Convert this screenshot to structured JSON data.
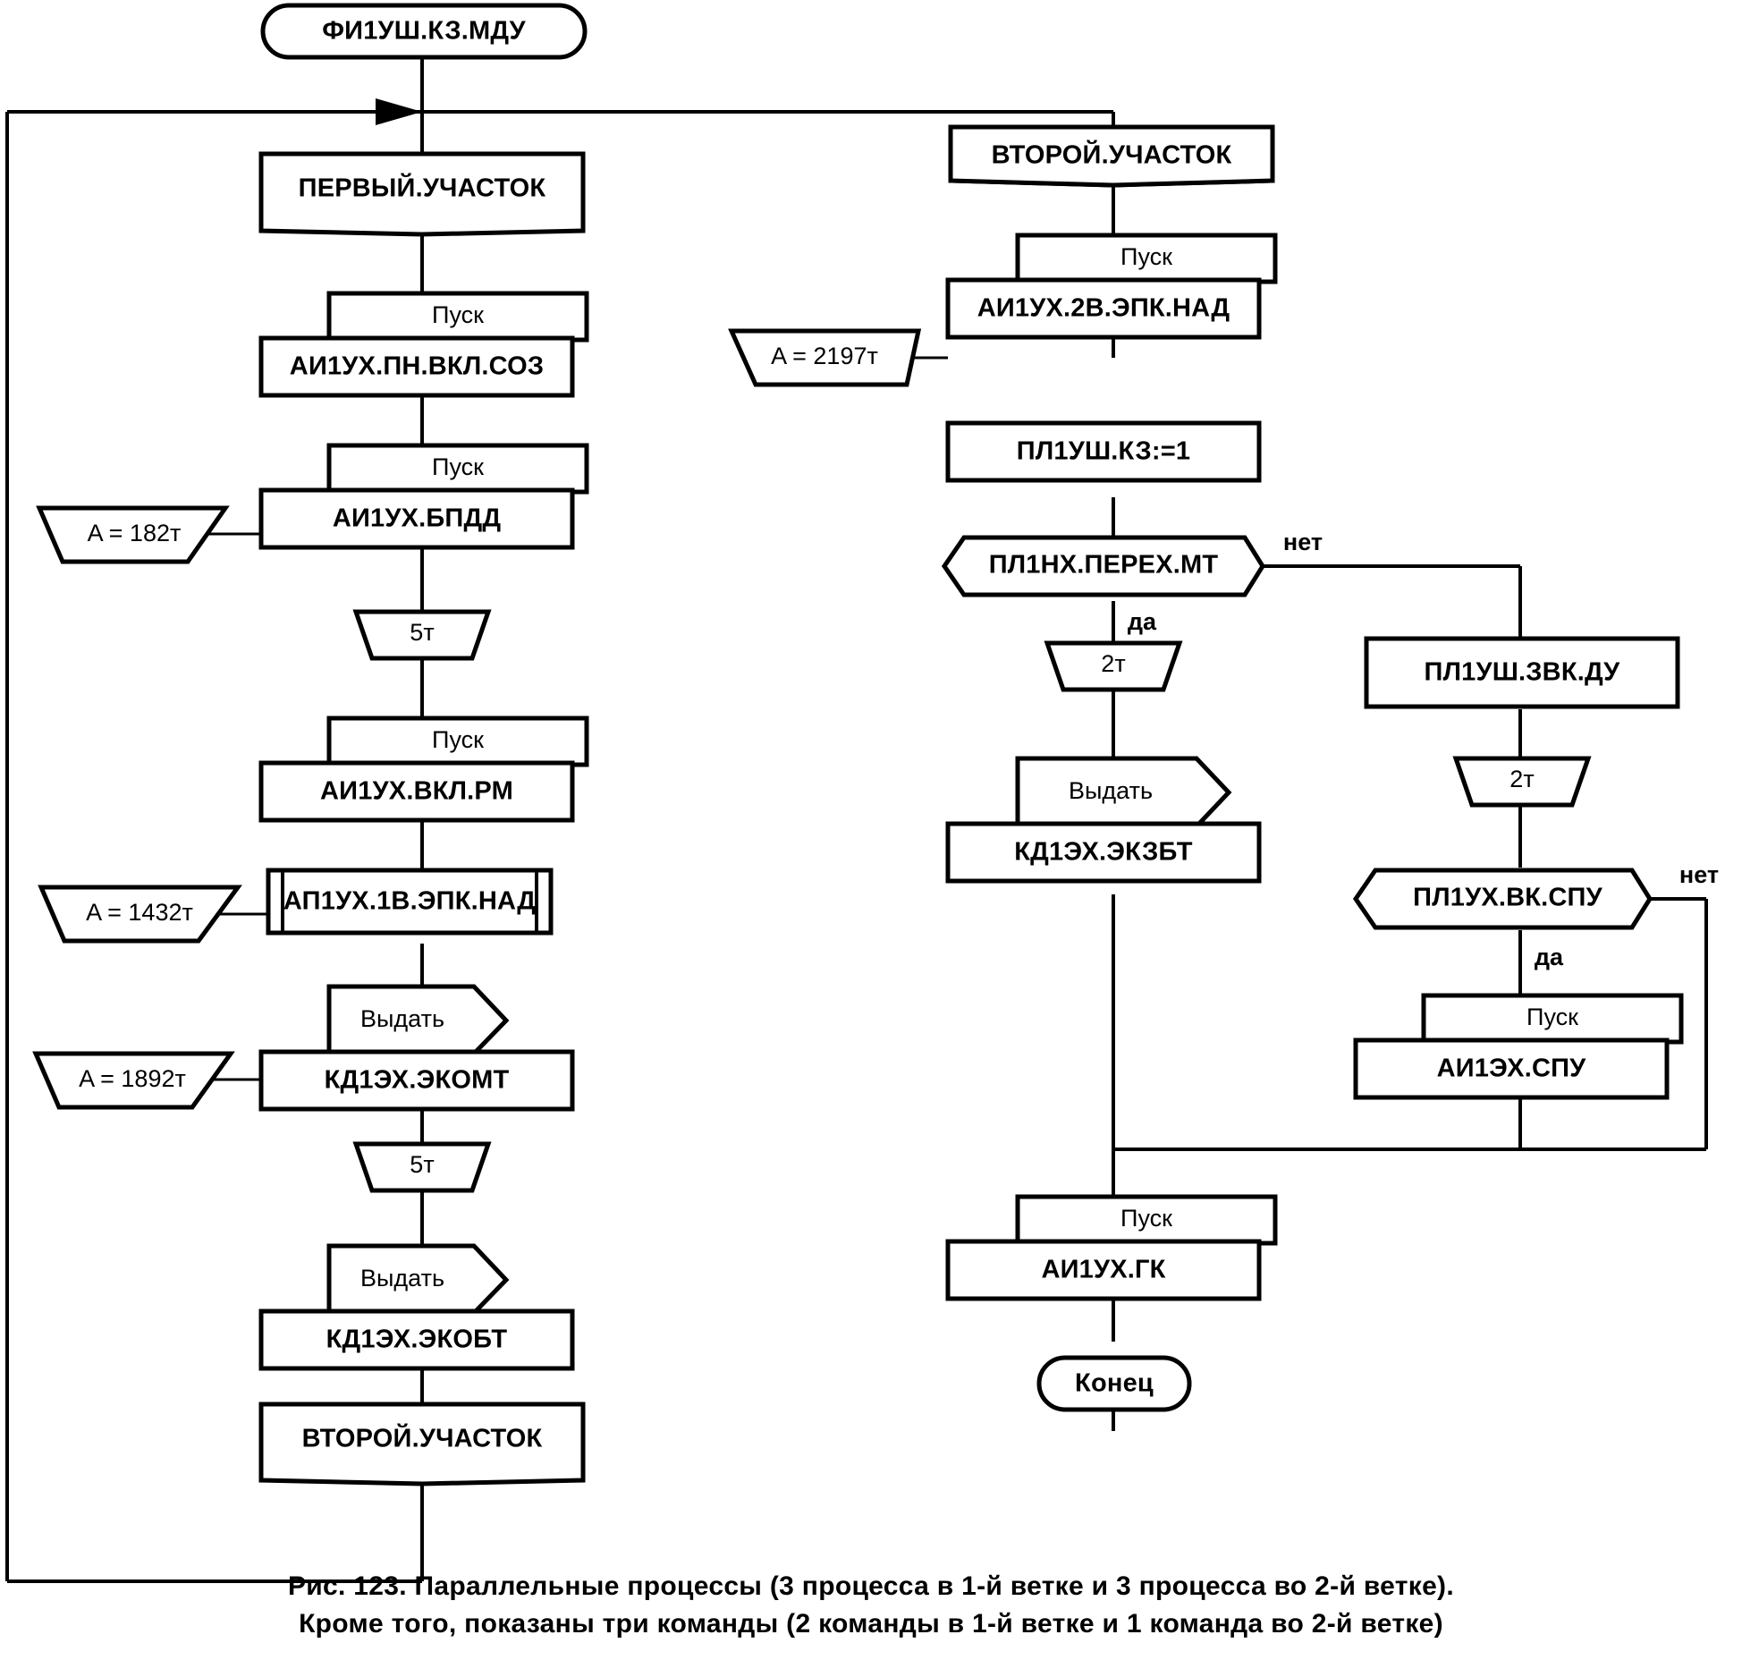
{
  "figure": {
    "caption_line1": "Рис. 123. Параллельные процессы (3 процесса в 1-й ветке и 3 процесса во 2-й ветке).",
    "caption_line2": "Кроме того, показаны три команды (2 команды в 1-й ветке и 1 команда во 2-й ветке)"
  },
  "colors": {
    "stroke": "#000000",
    "fill": "#ffffff",
    "background": "#ffffff"
  },
  "nodes": {
    "start": {
      "label": "ФИ1УШ.КЗ.МДУ",
      "shape": "terminator"
    },
    "left_section_top": {
      "label": "ПЕРВЫЙ.УЧАСТОК",
      "shape": "home-plate-down"
    },
    "l1_header": {
      "label": "Пуск"
    },
    "l1_body": {
      "label": "АИ1УХ.ПН.ВКЛ.СОЗ",
      "shape": "process-offset"
    },
    "l2_header": {
      "label": "Пуск"
    },
    "l2_body": {
      "label": "АИ1УХ.БПДД",
      "shape": "process-offset"
    },
    "l2_param": {
      "label": "A = 182т",
      "shape": "parallelogram-flag"
    },
    "l_delay1": {
      "label": "5т",
      "shape": "delay-trapezoid"
    },
    "l3_header": {
      "label": "Пуск"
    },
    "l3_body": {
      "label": "АИ1УХ.ВКЛ.РМ",
      "shape": "process-offset"
    },
    "l4_body": {
      "label": "АП1УХ.1В.ЭПК.НАД",
      "shape": "predefined-process"
    },
    "l4_param": {
      "label": "A = 1432т",
      "shape": "parallelogram-flag"
    },
    "l5_header": {
      "label": "Выдать"
    },
    "l5_body": {
      "label": "КД1ЭХ.ЭКОМТ",
      "shape": "process-offset"
    },
    "l5_param": {
      "label": "A = 1892т",
      "shape": "parallelogram-flag"
    },
    "l_delay2": {
      "label": "5т",
      "shape": "delay-trapezoid"
    },
    "l6_header": {
      "label": "Выдать"
    },
    "l6_body": {
      "label": "КД1ЭХ.ЭКОБТ",
      "shape": "process-offset"
    },
    "left_section_bottom": {
      "label": "ВТОРОЙ.УЧАСТОК",
      "shape": "home-plate-down"
    },
    "right_section_top": {
      "label": "ВТОРОЙ.УЧАСТОК",
      "shape": "home-plate-down"
    },
    "r1_header": {
      "label": "Пуск"
    },
    "r1_body": {
      "label": "АИ1УХ.2В.ЭПК.НАД",
      "shape": "process-offset"
    },
    "r1_param": {
      "label": "A = 2197т",
      "shape": "parallelogram-flag"
    },
    "r2_body": {
      "label": "ПЛ1УШ.КЗ:=1",
      "shape": "process"
    },
    "r_decision1": {
      "label": "ПЛ1НХ.ПЕРЕХ.МТ",
      "shape": "hexagon",
      "yes": "да",
      "no": "нет"
    },
    "r_delay1": {
      "label": "2т",
      "shape": "delay-trapezoid"
    },
    "r3_header": {
      "label": "Выдать"
    },
    "r3_body": {
      "label": "КД1ЭХ.ЭКЗБТ",
      "shape": "process-offset"
    },
    "b1_body": {
      "label": "ПЛ1УШ.ЗВК.ДУ",
      "shape": "process"
    },
    "b_delay1": {
      "label": "2т",
      "shape": "delay-trapezoid"
    },
    "b_decision1": {
      "label": "ПЛ1УХ.ВК.СПУ",
      "shape": "hexagon",
      "yes": "да",
      "no": "нет"
    },
    "b2_header": {
      "label": "Пуск"
    },
    "b2_body": {
      "label": "АИ1ЭХ.СПУ",
      "shape": "process-offset"
    },
    "r4_header": {
      "label": "Пуск"
    },
    "r4_body": {
      "label": "АИ1УХ.ГК",
      "shape": "process-offset"
    },
    "end": {
      "label": "Конец",
      "shape": "terminator"
    }
  },
  "edge_labels": {
    "decision1_no": "нет",
    "decision1_yes": "да",
    "decision2_no": "нет",
    "decision2_yes": "да"
  }
}
